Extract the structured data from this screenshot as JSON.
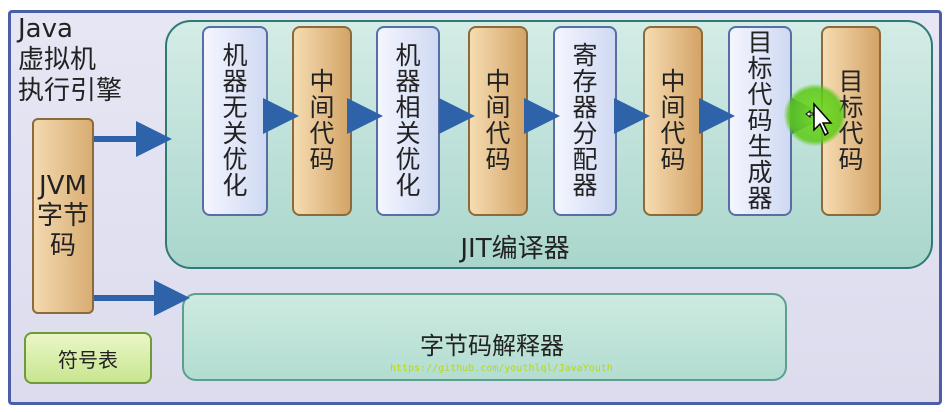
{
  "engine_title": "Java\n虚拟机\n执行引擎",
  "bytecode_label": "JVM\n字节\n码",
  "stages": [
    {
      "label": "机\n器\n无\n关\n优\n化",
      "kind": "blue"
    },
    {
      "label": "中\n间\n代\n码",
      "kind": "brown"
    },
    {
      "label": "机\n器\n相\n关\n优\n化",
      "kind": "blue"
    },
    {
      "label": "中\n间\n代\n码",
      "kind": "brown"
    },
    {
      "label": "寄\n存\n器\n分\n配\n器",
      "kind": "blue"
    },
    {
      "label": "中\n间\n代\n码",
      "kind": "brown"
    },
    {
      "label": "目\n标\n代\n码\n生\n成\n器",
      "kind": "blue"
    },
    {
      "label": "目\n标\n代\n码",
      "kind": "brown"
    }
  ],
  "jit_label": "JIT编译器",
  "interpreter_label": "字节码解释器",
  "symbol_table_label": "符号表",
  "watermark": "https://github.com/youthlql/JavaYouth",
  "colors": {
    "border": "#4b5ea8",
    "arrow": "#2f63a9",
    "jit_panel": "#a9d6cc",
    "stage_blue": "#cfd9f2",
    "stage_brown": "#d3a467",
    "cursor_highlight": "#5ac814"
  }
}
